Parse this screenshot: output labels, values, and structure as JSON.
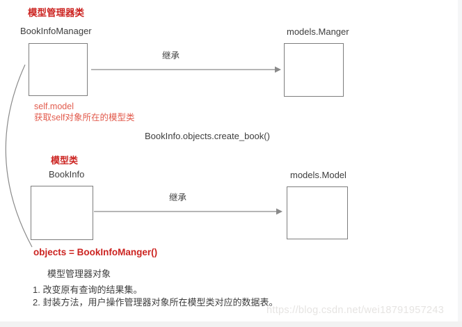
{
  "colors": {
    "heading_red": "#cc2421",
    "note_red": "#e25b4d",
    "line_gray": "#8a8a8a",
    "box_border_gray": "#7d7d7d",
    "text_dark": "#3d3d3d",
    "watermark_gray": "#e6e4e2"
  },
  "top_section": {
    "title": "模型管理器类",
    "child_class": "BookInfoManager",
    "parent_class": "models.Manger",
    "arrow_label": "继承",
    "note_line1": "self.model",
    "note_line2": "获取self对象所在的模型类"
  },
  "middle": {
    "call_example": "BookInfo.objects.create_book()"
  },
  "bottom_section": {
    "title": "模型类",
    "child_class": "BookInfo",
    "parent_class": "models.Model",
    "arrow_label": "继承"
  },
  "footer": {
    "objects_assignment": "objects = BookInfoManger()",
    "objects_caption": "模型管理器对象",
    "notes": [
      "1. 改变原有查询的结果集。",
      "2. 封装方法，用户操作管理器对象所在模型类对应的数据表。"
    ],
    "watermark": "https://blog.csdn.net/wei18791957243"
  }
}
